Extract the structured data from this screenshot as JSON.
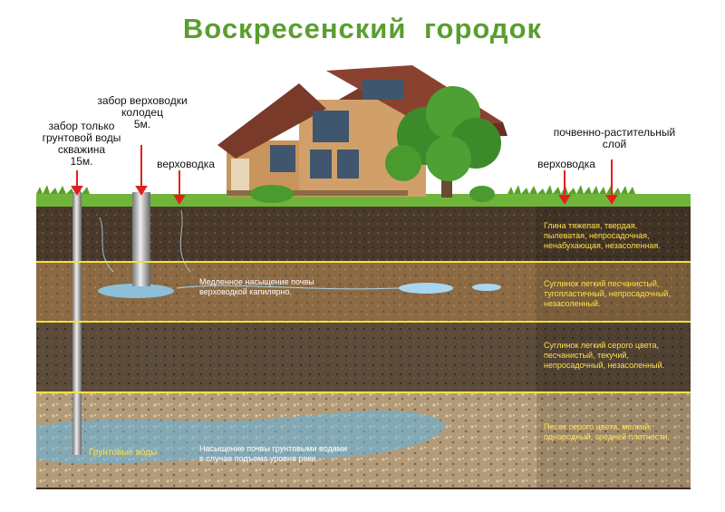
{
  "title": "Воскресенский  городок",
  "labels": {
    "well": [
      "забор только",
      "грунтовой воды",
      "скважина",
      "15м."
    ],
    "dug_well": [
      "забор верховодки",
      "колодец",
      "5м."
    ],
    "perched_water_left": "верховодка",
    "perched_water_right": "верховодка",
    "topsoil": [
      "почвенно-растительный",
      "слой"
    ]
  },
  "layers": [
    {
      "description": [
        "Глина  тяжелая,  твердая,",
        "пылеватая,  непросадочная,",
        "ненабухающая, незасоленная."
      ],
      "color": "#4a3a2c"
    },
    {
      "description": [
        "Суглинок легкий песчанистый,",
        "тугопластичный, непросадочный,",
        "незасоленный."
      ],
      "color": "#8b6a44"
    },
    {
      "description": [
        "Суглинок легкий серого цвета,",
        "песчанистый, текучий,",
        "непросадочный, незасоленный."
      ],
      "color": "#5b4b3a"
    },
    {
      "description": [
        "Песок серого цвета, мелкий,",
        "однородный, средней плотности."
      ],
      "color": "#b39a78"
    }
  ],
  "notes": {
    "capillary": [
      "Медленное насыщение почвы",
      "верховодкой  капилярно."
    ],
    "groundwater_label": "Грунтовые воды",
    "groundwater_rise": [
      "Насыщение почвы грунтовыми водами",
      "в  случае  подъема  уровня  реки."
    ]
  },
  "colors": {
    "title": "#5a9e2f",
    "separator": "#f2e23a",
    "description_text": "#ffe14d",
    "arrow": "#e02020",
    "water": "#5fb6e6",
    "grass": "#6fb53a",
    "roof": "#7a3a2a"
  }
}
